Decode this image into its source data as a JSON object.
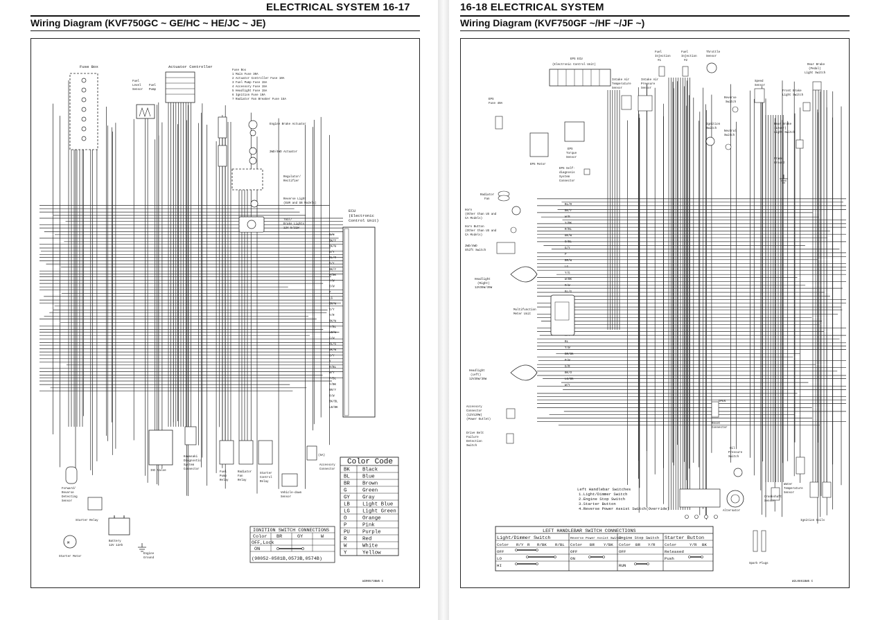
{
  "left": {
    "header": "ELECTRICAL SYSTEM 16-17",
    "subtitle": "Wiring Diagram (KVF750GC ~ GE/HC ~ HE/JC ~ JE)",
    "code": "W2R0573BW5 C",
    "labels": {
      "fuse_box": "Fuse Box",
      "actuator_controller": "Actuator Controller",
      "fuel_level_1": "Fuel",
      "fuel_level_2": "Level",
      "fuel_level_3": "Sensor",
      "fuel_pump_1": "Fuel",
      "fuel_pump_2": "Pump",
      "engine_brake_actuator": "Engine Brake Actuator",
      "actuator_2wd4wd": "2WD/4WD Actuator",
      "regulator_1": "Regulator/",
      "regulator_2": "Rectifier",
      "reverse_light_1": "Reverse Light",
      "reverse_light_2": "(EUR and GB Models)",
      "tail_1": "Tail/",
      "tail_2": "Brake Lights",
      "tail_3": "12V 5/21W",
      "ecu_1": "ECU",
      "ecu_2": "(Electronic",
      "ecu_3": "Control Unit)",
      "isc_valve": "ISC Valve",
      "diag_1": "Kawasaki",
      "diag_2": "Diagnostic",
      "diag_3": "System",
      "diag_4": "Connector",
      "fpr_1": "Fuel",
      "fpr_2": "Pump",
      "fpr_3": "Relay",
      "rfr_1": "Radiator",
      "rfr_2": "Fan",
      "rfr_3": "Relay",
      "sr_1": "Starter",
      "sr_2": "Control",
      "sr_3": "Relay",
      "vd_1": "Vehicle-down",
      "vd_2": "Sensor",
      "acc_1": "Accessory",
      "acc_2": "Connector",
      "amp5": "(5A)",
      "fwd_1": "Forward/",
      "fwd_2": "Reverse",
      "fwd_3": "Detecting",
      "fwd_4": "Sensor",
      "starter_relay": "Starter Relay",
      "battery_1": "Battery",
      "battery_2": "12V 12Ah",
      "starter_motor": "Starter Motor",
      "eg_1": "Engine",
      "eg_2": "Ground"
    },
    "fuse_list": [
      "Fuse Box",
      "1 Main Fuse 30A",
      "2 Actuator Controller Fuse 10A",
      "3 Fuel Pump Fuse 15A",
      "4 Accessory Fuse 15A",
      "5 Headlight Fuse 15A",
      "6 Ignition Fuse 10A",
      "7 Radiator Fan Breaker Fuse 15A"
    ],
    "ignition_table": {
      "title": "IGNITION SWITCH CONNECTIONS",
      "headers": [
        "Color",
        "BR",
        "GY",
        "W"
      ],
      "rows": [
        "OFF,Lock",
        "ON"
      ],
      "part_number": "(98052-0581B,0573B,0574B)"
    },
    "color_code": {
      "title": "Color Code",
      "rows": [
        [
          "BK",
          "Black"
        ],
        [
          "BL",
          "Blue"
        ],
        [
          "BR",
          "Brown"
        ],
        [
          "G",
          "Green"
        ],
        [
          "GY",
          "Gray"
        ],
        [
          "LB",
          "Light Blue"
        ],
        [
          "LG",
          "Light Green"
        ],
        [
          "O",
          "Orange"
        ],
        [
          "P",
          "Pink"
        ],
        [
          "PU",
          "Purple"
        ],
        [
          "R",
          "Red"
        ],
        [
          "W",
          "White"
        ],
        [
          "Y",
          "Yellow"
        ]
      ]
    },
    "wire_tags": [
      "R/Y",
      "BK/Y",
      "BK/W",
      "B/Y",
      "BL/R",
      "B/Y",
      "BK/Y",
      "W/BK",
      "Y/W",
      "O/W",
      "P",
      "LG",
      "BR/W",
      "G/Y",
      "Y/R",
      "BK/W",
      "Y/BL",
      "LB/W",
      "G/W",
      "BL/G",
      "BK/W",
      "G/Y",
      "Y",
      "R/BL",
      "W/Y",
      "P/BL",
      "Y/BK",
      "BR/Y",
      "R/W",
      "BK/BL",
      "LB/BK"
    ]
  },
  "right": {
    "header": "16-18 ELECTRICAL SYSTEM",
    "subtitle": "Wiring Diagram (KVF750GF ~/HF ~/JF ~)",
    "code": "W2L0861BW5 C",
    "labels": {
      "eps_ecu_1": "EPS ECU",
      "eps_ecu_2": "(Electronic Control Unit)",
      "fi1_1": "Fuel",
      "fi1_2": "Injection",
      "fi1_3": "#1",
      "fi2_1": "Fuel",
      "fi2_2": "Injection",
      "fi2_3": "#2",
      "ts_1": "Throttle",
      "ts_2": "Sensor",
      "rbl_1": "Rear Brake",
      "rbl_2": "(Pedal)",
      "rbl_3": "Light Switch",
      "eps_fuse_1": "EPS",
      "eps_fuse_2": "Fuse 40A",
      "iat_1": "Intake Air",
      "iat_2": "Temperature",
      "iat_3": "Sensor",
      "iap_1": "Intake Air",
      "iap_2": "Pressure",
      "iap_3": "Sensor",
      "speed_1": "Speed",
      "speed_2": "Sensor",
      "rev_1": "Reverse",
      "rev_2": "Switch",
      "fbl_1": "Front Brake",
      "fbl_2": "Light Switch",
      "eps_torque_1": "EPS",
      "eps_torque_2": "Torque",
      "eps_torque_3": "Sensor",
      "ign_1": "Ignition",
      "ign_2": "Switch",
      "neu_1": "Neutral",
      "neu_2": "Switch",
      "rbls_1": "Rear Brake",
      "rbls_2": "(Lever)",
      "rbls_3": "Light Switch",
      "eps_motor": "EPS Motor",
      "eps_self_1": "EPS Self-",
      "eps_self_2": "diagnosis",
      "eps_self_3": "System",
      "eps_self_4": "Connector",
      "fg_1": "Frame",
      "fg_2": "Ground",
      "rad_1": "Radiator",
      "rad_2": "Fan",
      "horn_1": "Horn",
      "horn_2": "(Other than US and",
      "horn_3": "CA Models)",
      "hb_1": "Horn Button",
      "hb_2": "(Other than US and",
      "hb_3": "CA Models)",
      "sw24_1": "2WD/4WD",
      "sw24_2": "Shift Switch",
      "hlr_1": "Headlight",
      "hlr_2": "(Right)",
      "hlr_3": "12V35W/35W",
      "mf_1": "Multifunction",
      "mf_2": "Meter Unit",
      "hll_1": "Headlight",
      "hll_2": "(Left)",
      "hll_3": "12V35W/35W",
      "ac_1": "Accessory",
      "ac_2": "Connector",
      "ac_3": "(12V120W)",
      "ac_4": "(Power Outlet)",
      "db_1": "Drive Belt",
      "db_2": "Failure",
      "db_3": "Detection",
      "db_4": "Switch",
      "reset_1": "Reset",
      "reset_2": "Connector",
      "open": "OPEN",
      "oil_1": "Oil",
      "oil_2": "Pressure",
      "oil_3": "Switch",
      "wt_1": "Water",
      "wt_2": "Temperature",
      "wt_3": "Sensor",
      "crank_1": "Crankshaft",
      "crank_2": "Sensor",
      "alternator": "Alternator",
      "ign_coils": "Ignition Coils",
      "spark_plugs": "Spark Plugs"
    },
    "lhs_notes": [
      "Left Handlebar Switches",
      "1.Light/Dimmer Switch",
      "2.Engine Stop Switch",
      "3.Starter Button",
      "4.Reverse Power Assist Switch(Override)"
    ],
    "lhs_table": {
      "title": "LEFT HANDLEBAR SWITCH CONNECTIONS",
      "groups": [
        "Light/Dimmer Switch",
        "Reverse Power Assist Switch",
        "Engine Stop Switch",
        "Starter Button"
      ],
      "row_color": [
        "Color",
        "R/Y",
        "R",
        "R/BK",
        "R/BL",
        "Color",
        "BR",
        "Y/BK",
        "Color",
        "BR",
        "Y/R",
        "Color",
        "Y/R",
        "BK"
      ],
      "row1": [
        "OFF",
        "",
        "",
        "",
        "",
        "OFF",
        "",
        "",
        "OFF",
        "",
        "",
        "Released",
        "",
        ""
      ],
      "row2": [
        "LO",
        "",
        "",
        "",
        "",
        "ON",
        "",
        "",
        "",
        "",
        "",
        "Push",
        "",
        ""
      ],
      "row3": [
        "HI",
        "",
        "",
        "",
        "",
        "",
        "",
        "",
        "RUN",
        "",
        "",
        "",
        "",
        ""
      ]
    },
    "wire_tags": [
      "BL/R",
      "BK/Y",
      "W/R",
      "Y/BK",
      "R/BL",
      "BK/W",
      "O/BL",
      "G/Y",
      "P",
      "BR/W",
      "LG",
      "Y/G",
      "W/BK",
      "R/W",
      "BL/G",
      "BK/Y",
      "G/W",
      "O",
      "Y/R",
      "BK/BL",
      "LB",
      "R/Y",
      "BL",
      "Y/W",
      "BR/BK",
      "P/W",
      "G/R",
      "BK/O",
      "LG/BK",
      "W/Y"
    ]
  }
}
